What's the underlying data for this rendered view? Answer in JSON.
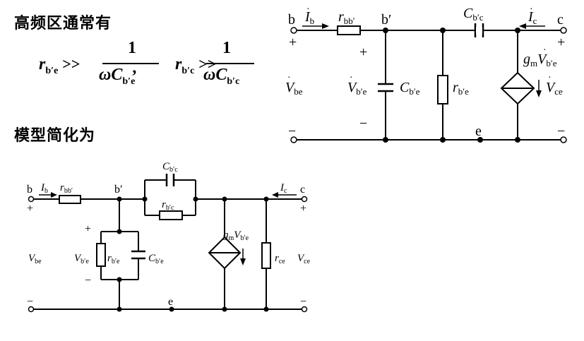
{
  "heading_high_freq": "高频区通常有",
  "heading_simplified": "模型简化为",
  "formula": {
    "r1_sub": "b′e",
    "r2_sub": "b′c",
    "operator": ">>",
    "numerator": "1",
    "c1_sub": "b′e",
    "c2_sub": "b′c",
    "comma": ","
  },
  "top": {
    "b": "b",
    "c": "c",
    "bprime": "b′",
    "e": "e",
    "plus": "+",
    "minus": "−",
    "ib_sub": "b",
    "ic_sub": "c",
    "rbb_sub": "bb′",
    "cbc_sub": "b′c",
    "cbe_sub": "b′e",
    "rbe_sub": "b′e",
    "vbe_sub": "be",
    "vbpe_sub": "b′e",
    "gm_sub": "m",
    "gm_v_sub": "b′e",
    "vce_sub": "ce"
  },
  "bottom": {
    "b": "b",
    "c": "c",
    "bprime": "b′",
    "e": "e",
    "plus": "+",
    "minus": "−",
    "ib_sub": "b",
    "ic_sub": "c",
    "rbb_sub": "bb′",
    "cbc_sub": "b′c",
    "rbc_sub": "b′c",
    "rbe_sub": "b′e",
    "cbe_sub": "b′e",
    "vbe_sub": "be",
    "vbpe_sub": "b′e",
    "gm_sub": "m",
    "gm_v_sub": "b′e",
    "rce_sub": "ce",
    "vce_sub": "ce"
  }
}
